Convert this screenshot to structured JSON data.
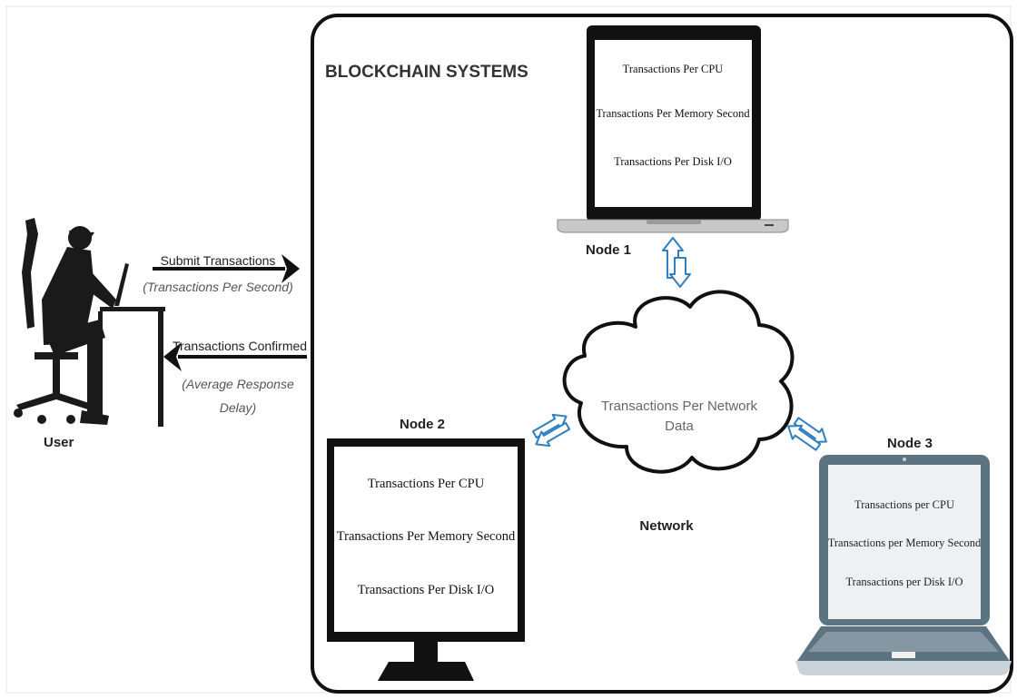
{
  "system_title": "BLOCKCHAIN SYSTEMS",
  "user": {
    "label": "User",
    "submit_label": "Submit Transactions",
    "submit_metric": "(Transactions Per Second)",
    "confirm_label": "Transactions Confirmed",
    "confirm_metric_line1": "(Average Response",
    "confirm_metric_line2": "Delay)"
  },
  "network": {
    "label": "Network",
    "metric_line1": "Transactions Per Network",
    "metric_line2": "Data"
  },
  "node1": {
    "label": "Node 1",
    "metrics": [
      "Transactions Per CPU",
      "Transactions Per Memory Second",
      "Transactions Per Disk I/O"
    ]
  },
  "node2": {
    "label": "Node 2",
    "metrics": [
      "Transactions Per CPU",
      "Transactions Per Memory Second",
      "Transactions Per Disk I/O"
    ]
  },
  "node3": {
    "label": "Node 3",
    "metrics": [
      "Transactions per CPU",
      "Transactions per Memory Second",
      "Transactions per Disk I/O"
    ]
  },
  "colors": {
    "link_arrow": "#2f7fc1",
    "ink": "#111111",
    "laptop3_body": "#5c7382",
    "laptop3_screen": "#eef0f1"
  }
}
